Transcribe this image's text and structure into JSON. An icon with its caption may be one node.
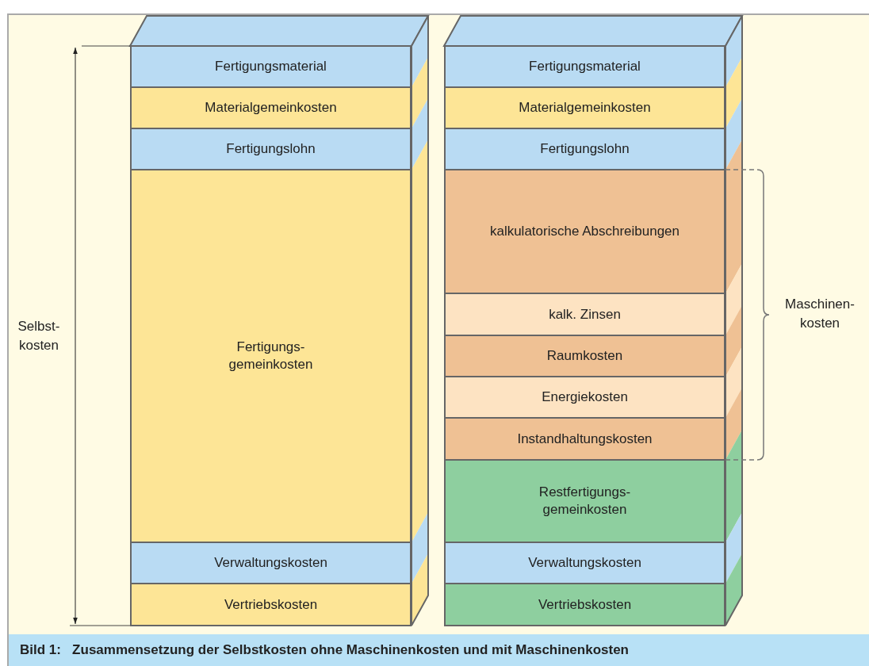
{
  "diagram": {
    "caption": "Bild 1:   Zusammensetzung der Selbstkosten ohne Maschinenkosten und mit Maschinenkosten",
    "nodes": [
      {
        "text": [
          "Fertigungsmaterial"
        ]
      },
      {
        "text": [
          "Materialgemeinkosten"
        ]
      },
      {
        "text": [
          "Fertigungslohn"
        ]
      },
      {
        "text": [
          "Fertigungs- gemeinkosten"
        ]
      },
      {
        "text": [
          "Verwaltungskosten"
        ]
      },
      {
        "text": [
          "Vertriebskosten"
        ]
      },
      {
        "text": [
          "Fertigungsmaterial"
        ]
      },
      {
        "text": [
          "Materialgemeinkosten"
        ]
      },
      {
        "text": [
          "Fertigungslohn"
        ]
      },
      {
        "text": [
          "kalkulatorische Abschreibungen"
        ]
      },
      {
        "text": [
          "kalk. Zinsen"
        ]
      },
      {
        "text": [
          "Raumkosten"
        ]
      },
      {
        "text": [
          "Energiekosten"
        ]
      },
      {
        "text": [
          "Instandhaltungskosten"
        ]
      },
      {
        "text": [
          "Restfertigungs- gemeinkosten"
        ]
      },
      {
        "text": [
          "Verwaltungskosten"
        ]
      },
      {
        "text": [
          "Vertriebskosten"
        ]
      }
    ],
    "labels": [
      "Selbst- kosten",
      "Maschinen- kosten"
    ]
  }
}
